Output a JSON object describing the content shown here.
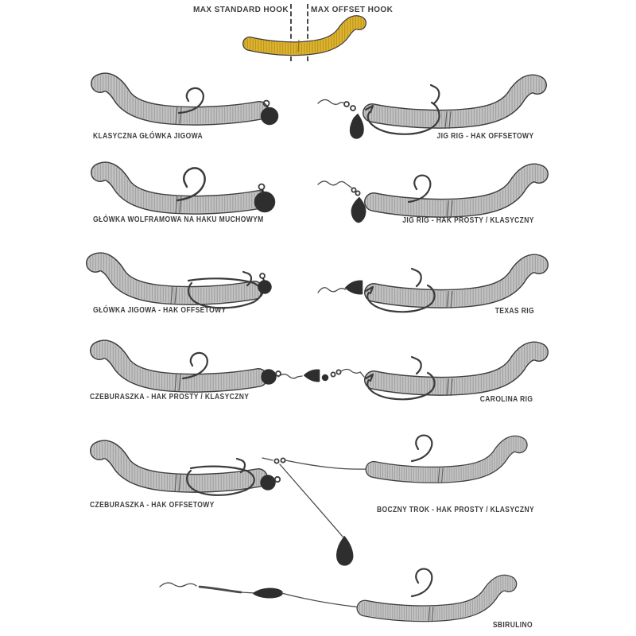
{
  "header": {
    "standard_label": "MAX STANDARD HOOK",
    "offset_label": "MAX OFFSET HOOK",
    "worm_color": "#e0b42c",
    "worm_outline": "#3a3a3a"
  },
  "colors": {
    "background": "#ffffff",
    "worm_gray_fill": "#c3c3c3",
    "worm_outline": "#3f3f3f",
    "hardware_black": "#2e2e2e",
    "label_text": "#3d3d3d"
  },
  "rigs": [
    {
      "id": "klasyczna-glowka-jigowa",
      "label": "KLASYCZNA GŁÓWKA JIGOWA"
    },
    {
      "id": "jig-rig-hak-offsetowy",
      "label": "JIG RIG - HAK OFFSETOWY"
    },
    {
      "id": "glowka-wolframowa-na-haku-muchowym",
      "label": "GŁÓWKA WOLFRAMOWA NA HAKU MUCHOWYM"
    },
    {
      "id": "jig-rig-hak-prosty-klasyczny",
      "label": "JIG RIG - HAK PROSTY / KLASYCZNY"
    },
    {
      "id": "glowka-jigowa-hak-offsetowy",
      "label": "GŁÓWKA JIGOWA - HAK OFFSETOWY"
    },
    {
      "id": "texas-rig",
      "label": "TEXAS RIG"
    },
    {
      "id": "czeburaszka-hak-prosty-klasyczny",
      "label": "CZEBURASZKA - HAK PROSTY / KLASYCZNY"
    },
    {
      "id": "carolina-rig",
      "label": "CAROLINA RIG"
    },
    {
      "id": "czeburaszka-hak-offsetowy",
      "label": "CZEBURASZKA - HAK OFFSETOWY"
    },
    {
      "id": "boczny-trok-hak-prosty-klasyczny",
      "label": "BOCZNY TROK - HAK PROSTY / KLASYCZNY"
    },
    {
      "id": "sbirulino",
      "label": "SBIRULINO"
    }
  ]
}
